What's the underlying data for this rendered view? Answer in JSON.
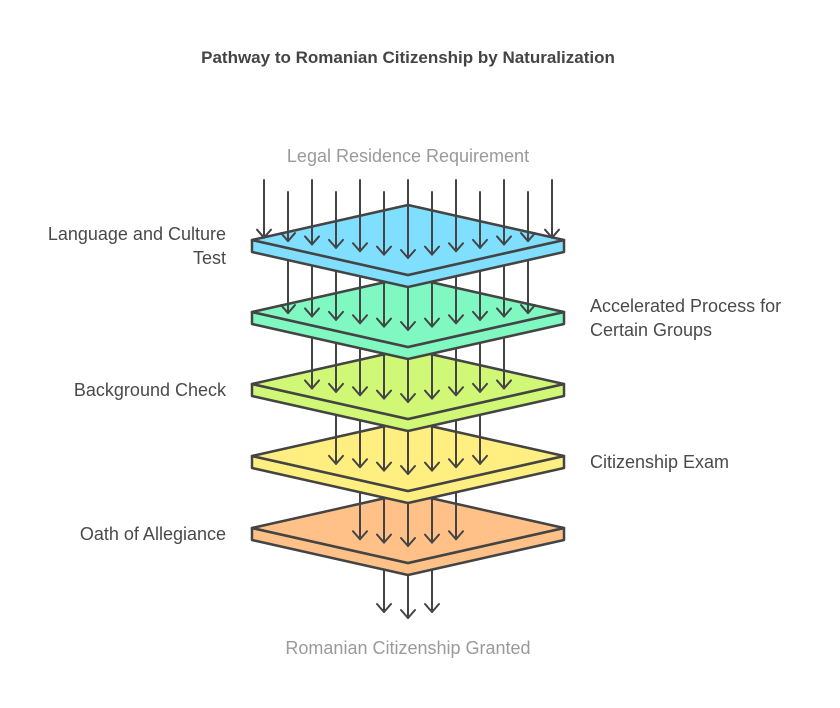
{
  "title": "Pathway to Romanian Citizenship by Naturalization",
  "input_label": "Legal Residence Requirement",
  "output_label": "Romanian Citizenship Granted",
  "layers": [
    {
      "label": "Language and Culture Test",
      "label_lines": [
        "Language and Culture",
        "Test"
      ],
      "side": "left",
      "color": "#80DEFF",
      "arrows_in": 13,
      "arrows_out": 11
    },
    {
      "label": "Accelerated Process for Certain Groups",
      "label_lines": [
        "Accelerated Process for",
        "Certain Groups"
      ],
      "side": "right",
      "color": "#80F8C2",
      "arrows_in": 11,
      "arrows_out": 9
    },
    {
      "label": "Background Check",
      "label_lines": [
        "Background Check"
      ],
      "side": "left",
      "color": "#D1F777",
      "arrows_in": 9,
      "arrows_out": 7
    },
    {
      "label": "Citizenship Exam",
      "label_lines": [
        "Citizenship Exam"
      ],
      "side": "right",
      "color": "#FFEE80",
      "arrows_in": 7,
      "arrows_out": 5
    },
    {
      "label": "Oath of Allegiance",
      "label_lines": [
        "Oath of Allegiance"
      ],
      "side": "left",
      "color": "#FFC187",
      "arrows_in": 5,
      "arrows_out": 3
    }
  ],
  "stroke_color": "#444444"
}
